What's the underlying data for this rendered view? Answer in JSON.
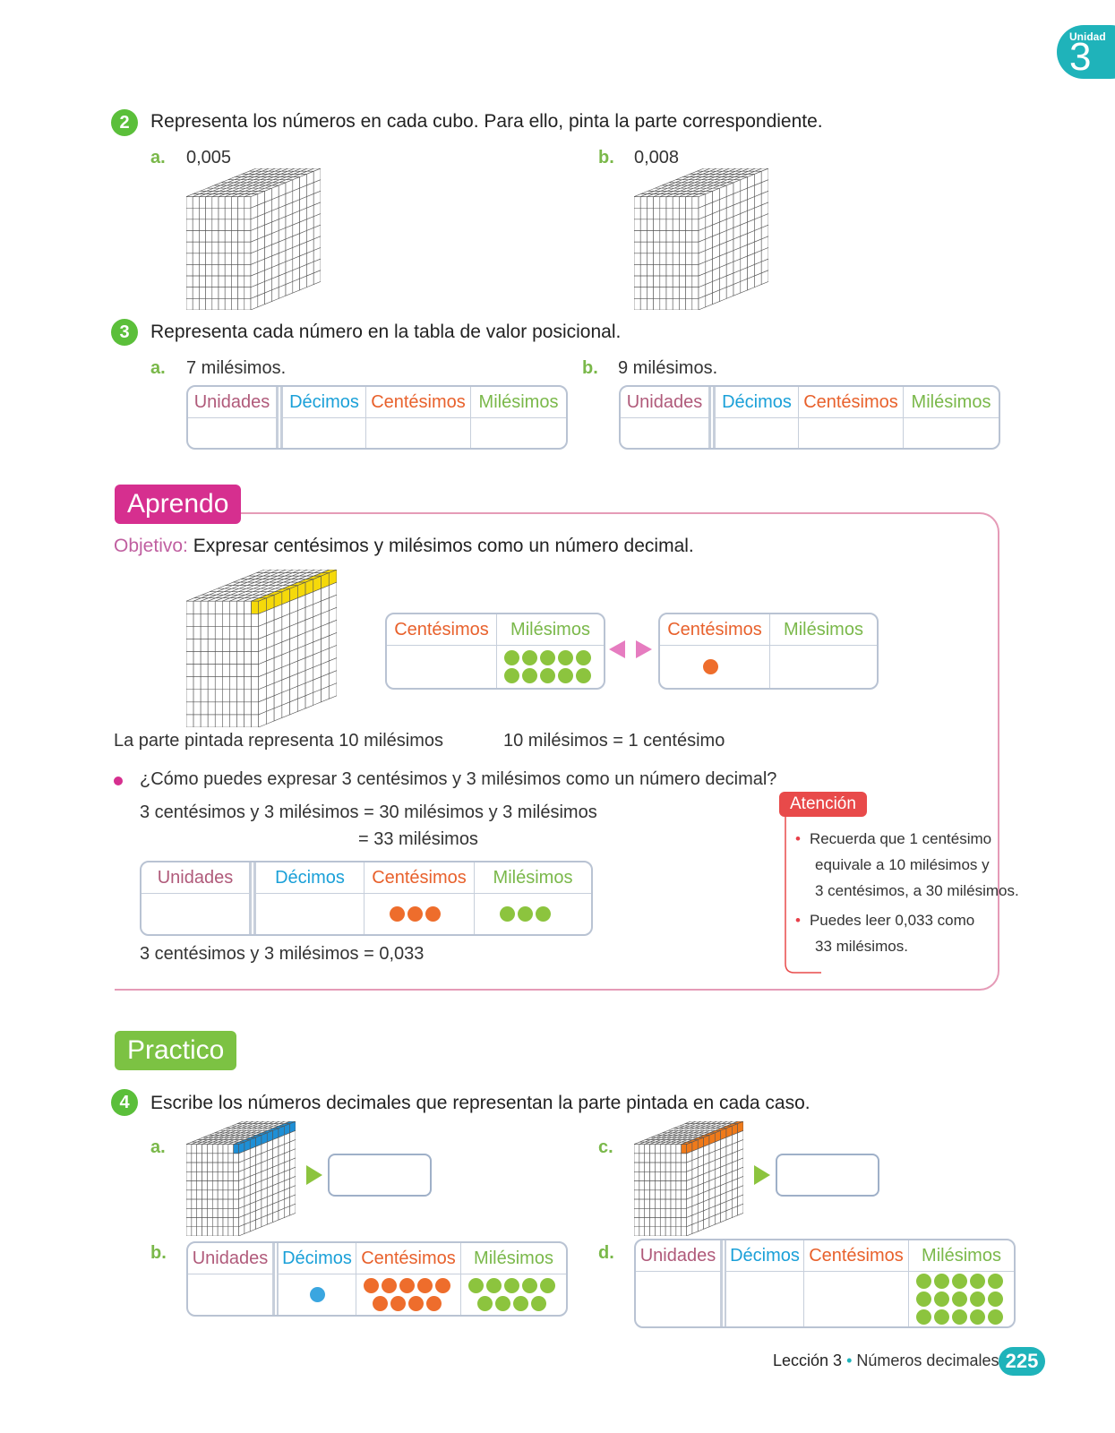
{
  "unit": {
    "label": "Unidad",
    "number": "3"
  },
  "q2": {
    "number": "2",
    "text": "Representa los números en cada cubo. Para ello, pinta la parte correspondiente.",
    "items": [
      {
        "letter": "a.",
        "value": "0,005"
      },
      {
        "letter": "b.",
        "value": "0,008"
      }
    ]
  },
  "q3": {
    "number": "3",
    "text": "Representa cada número en la tabla de valor posicional.",
    "items": [
      {
        "letter": "a.",
        "value": "7 milésimos."
      },
      {
        "letter": "b.",
        "value": "9 milésimos."
      }
    ]
  },
  "headers": {
    "u": "Unidades",
    "d": "Décimos",
    "c": "Centésimos",
    "m": "Milésimos"
  },
  "aprendo": {
    "banner": "Aprendo",
    "objective_label": "Objetivo:",
    "objective_text": "Expresar centésimos y milésimos como un número decimal.",
    "caption_left": "La parte pintada representa 10 milésimos",
    "caption_right": "10 milésimos = 1 centésimo",
    "question": "¿Cómo puedes expresar 3 centésimos y 3 milésimos como un número decimal?",
    "line1": "3 centésimos y 3 milésimos = 30 milésimos y 3 milésimos",
    "line2": "= 33 milésimos",
    "result": "3 centésimos y 3 milésimos = 0,033",
    "exchange_left_milesimos": 10,
    "exchange_right_centesimos": 1,
    "table_centesimos": 3,
    "table_milesimos": 3
  },
  "atencion": {
    "title": "Atención",
    "items": [
      [
        "Recuerda que 1 centésimo",
        "equivale a 10 milésimos y",
        "3 centésimos, a 30 milésimos."
      ],
      [
        "Puedes leer 0,033 como",
        "33 milésimos."
      ]
    ]
  },
  "practico": {
    "banner": "Practico",
    "q4": {
      "number": "4",
      "text": "Escribe los números decimales que representan la parte pintada en cada caso.",
      "letters": {
        "a": "a.",
        "b": "b.",
        "c": "c.",
        "d": "d."
      },
      "b": {
        "decimos": 1,
        "centesimos": 9,
        "milesimos": 9
      },
      "d": {
        "milesimos": 15
      }
    }
  },
  "footer": {
    "lesson": "Lección 3",
    "bullet": "•",
    "topic": "Números decimales",
    "page": "225"
  },
  "colors": {
    "unidades": "#b05a7a",
    "decimos": "#1aa0d8",
    "centesimos": "#e8612c",
    "milesimos": "#7ab84a",
    "accent": "#1fb3ba",
    "aprendo": "#d62f8f",
    "practico": "#7cc243",
    "cube_yellow": "#f5d90a",
    "cube_blue": "#1e8fd6",
    "cube_orange": "#ef7a1a"
  }
}
